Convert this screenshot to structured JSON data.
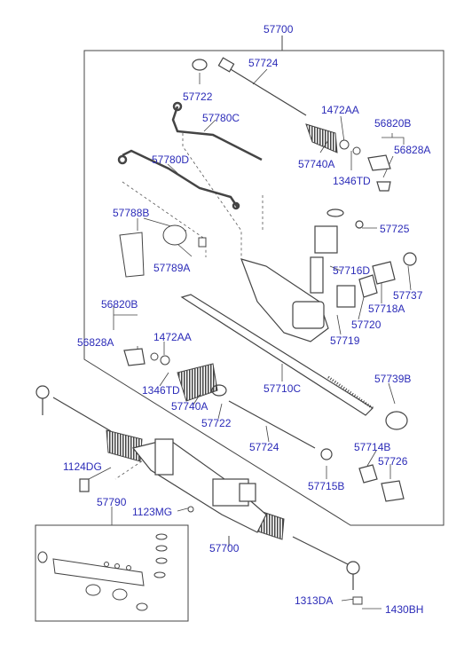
{
  "colors": {
    "label": "#2b2bb8",
    "line": "#333333",
    "part": "#444444",
    "dash": "#555555"
  },
  "labels": {
    "l_57700_top": "57700",
    "l_57724_top": "57724",
    "l_57722_top": "57722",
    "l_57780C": "57780C",
    "l_1472AA_top": "1472AA",
    "l_56820B_top": "56820B",
    "l_56828A_top": "56828A",
    "l_57740A_top": "57740A",
    "l_1346TD_top": "1346TD",
    "l_57780D": "57780D",
    "l_57788B": "57788B",
    "l_57725": "57725",
    "l_57716D": "57716D",
    "l_57789A": "57789A",
    "l_57737": "57737",
    "l_57718A": "57718A",
    "l_57720": "57720",
    "l_57719": "57719",
    "l_56820B_mid": "56820B",
    "l_56828A_mid": "56828A",
    "l_1472AA_mid": "1472AA",
    "l_1346TD_mid": "1346TD",
    "l_57740A_mid": "57740A",
    "l_57710C": "57710C",
    "l_57739B": "57739B",
    "l_57722_mid": "57722",
    "l_57724_mid": "57724",
    "l_57714B": "57714B",
    "l_57726": "57726",
    "l_57715B": "57715B",
    "l_1124DG": "1124DG",
    "l_57790": "57790",
    "l_1123MG": "1123MG",
    "l_57700_bot": "57700",
    "l_1313DA": "1313DA",
    "l_1430BH": "1430BH"
  }
}
